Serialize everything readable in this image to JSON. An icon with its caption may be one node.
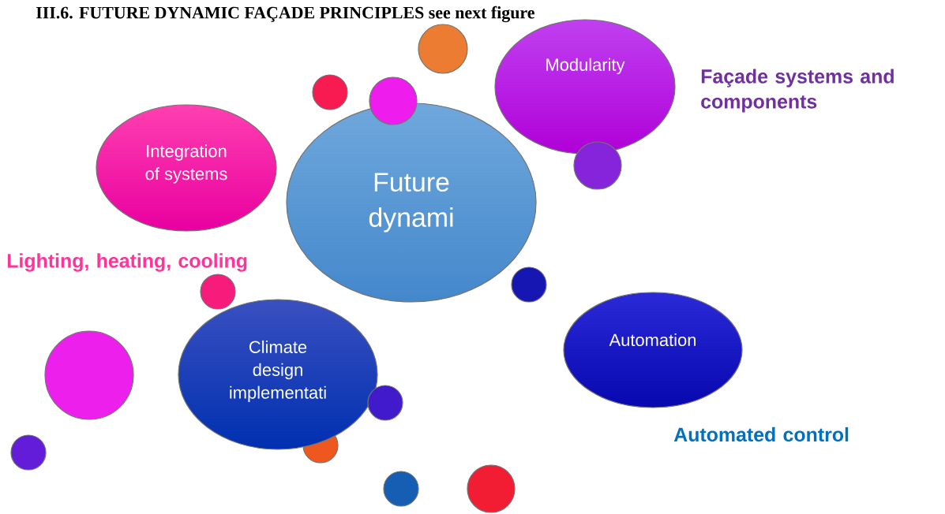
{
  "diagram": {
    "title": "III.6. FUTURE DYNAMIC FAÇADE PRINCIPLES see next figure",
    "nodes": [
      {
        "text": [
          "Modularity"
        ]
      },
      {
        "text": [
          "Integration of systems"
        ]
      },
      {
        "text": [
          "Future dynami"
        ]
      },
      {
        "text": [
          "Automation"
        ]
      },
      {
        "text": [
          "Climate design implementati"
        ]
      },
      {
        "text": [],
        "shape": "circle"
      },
      {
        "text": [],
        "shape": "circle"
      },
      {
        "text": [],
        "shape": "circle"
      },
      {
        "text": [],
        "shape": "circle"
      },
      {
        "text": [],
        "shape": "circle"
      },
      {
        "text": [],
        "shape": "circle"
      },
      {
        "text": [],
        "shape": "circle"
      },
      {
        "text": [],
        "shape": "circle"
      },
      {
        "text": [],
        "shape": "circle"
      },
      {
        "text": [],
        "shape": "circle"
      },
      {
        "text": [],
        "shape": "circle"
      },
      {
        "text": [],
        "shape": "circle"
      }
    ],
    "labels": [
      "Façade systems and components",
      "Lighting, heating, cooling",
      "Automated control"
    ]
  }
}
